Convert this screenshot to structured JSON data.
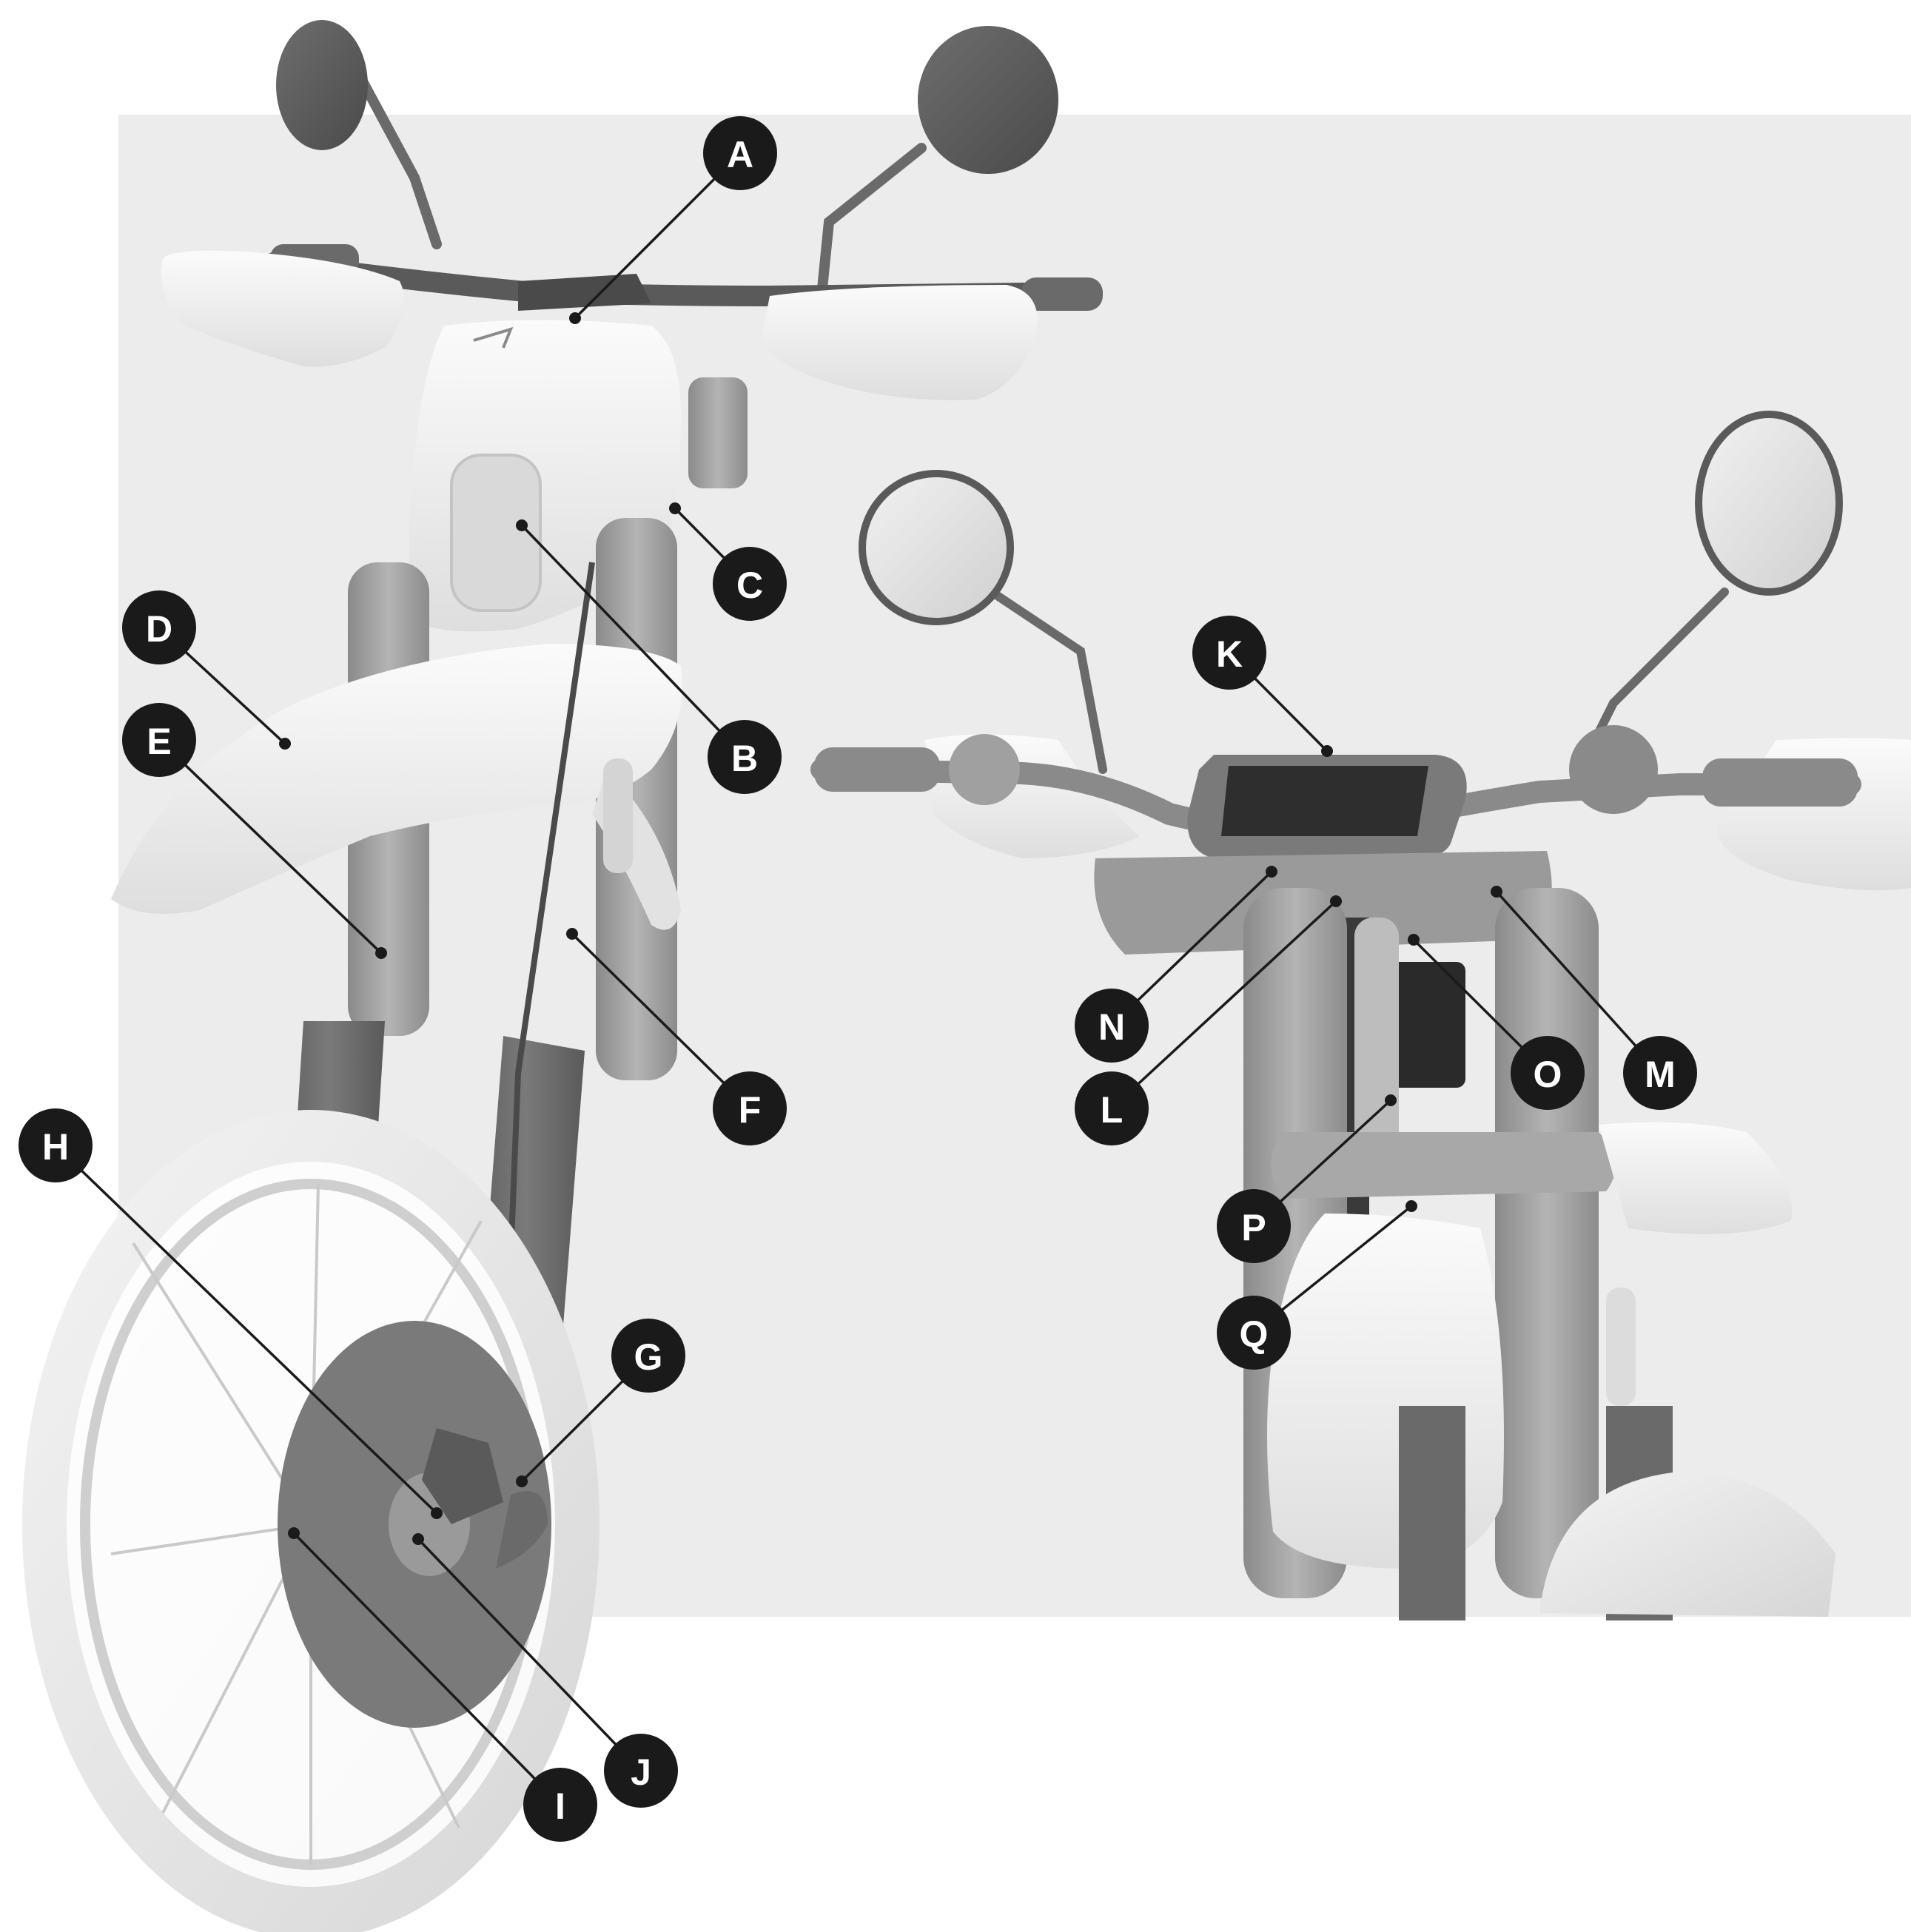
{
  "callouts": [
    {
      "id": "A",
      "label": "A"
    },
    {
      "id": "B",
      "label": "B"
    },
    {
      "id": "C",
      "label": "C"
    },
    {
      "id": "D",
      "label": "D"
    },
    {
      "id": "E",
      "label": "E"
    },
    {
      "id": "F",
      "label": "F"
    },
    {
      "id": "G",
      "label": "G"
    },
    {
      "id": "H",
      "label": "H"
    },
    {
      "id": "I",
      "label": "I"
    },
    {
      "id": "J",
      "label": "J"
    },
    {
      "id": "K",
      "label": "K"
    },
    {
      "id": "L",
      "label": "L"
    },
    {
      "id": "M",
      "label": "M"
    },
    {
      "id": "N",
      "label": "N"
    },
    {
      "id": "O",
      "label": "O"
    },
    {
      "id": "P",
      "label": "P"
    },
    {
      "id": "Q",
      "label": "Q"
    }
  ]
}
